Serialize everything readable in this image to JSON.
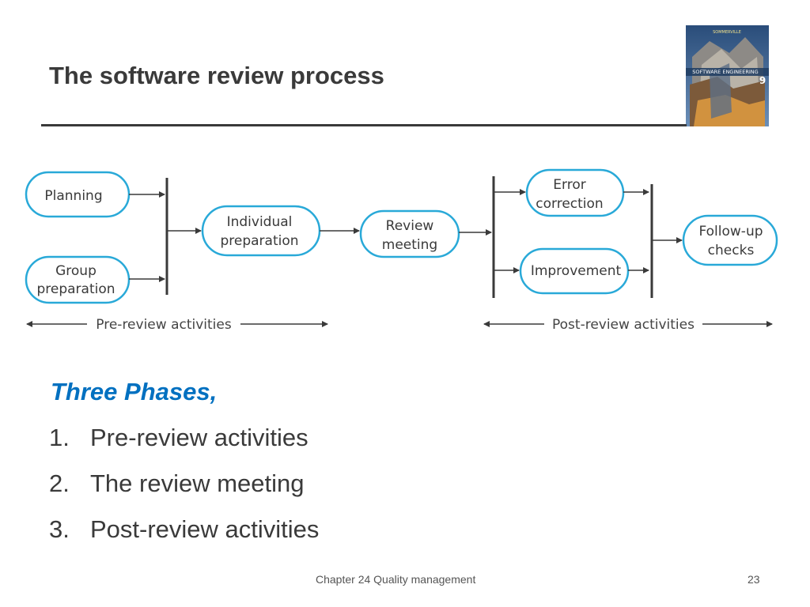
{
  "slide": {
    "title": "The software review process",
    "footer": "Chapter 24 Quality management",
    "page_number": "23"
  },
  "cover_image": {
    "author": "SOMMERVILLE",
    "book_title": "SOFTWARE ENGINEERING",
    "edition": "9"
  },
  "diagram": {
    "nodes": {
      "planning": [
        "Planning"
      ],
      "group_preparation": [
        "Group",
        "preparation"
      ],
      "individual_preparation": [
        "Individual",
        "preparation"
      ],
      "review_meeting": [
        "Review",
        "meeting"
      ],
      "error_correction": [
        "Error",
        "correction"
      ],
      "improvement": [
        "Improvement"
      ],
      "follow_up_checks": [
        "Follow-up",
        "checks"
      ]
    },
    "phases": {
      "pre_review": "Pre-review activities",
      "post_review": "Post-review activities"
    },
    "colors": {
      "node_border": "#29a9d8",
      "line": "#3a3a3a"
    }
  },
  "phases_section": {
    "heading": "Three Phases,",
    "items": [
      {
        "number": "1.",
        "label": "Pre-review activities"
      },
      {
        "number": "2.",
        "label": "The review meeting"
      },
      {
        "number": "3.",
        "label": "Post-review activities"
      }
    ]
  }
}
